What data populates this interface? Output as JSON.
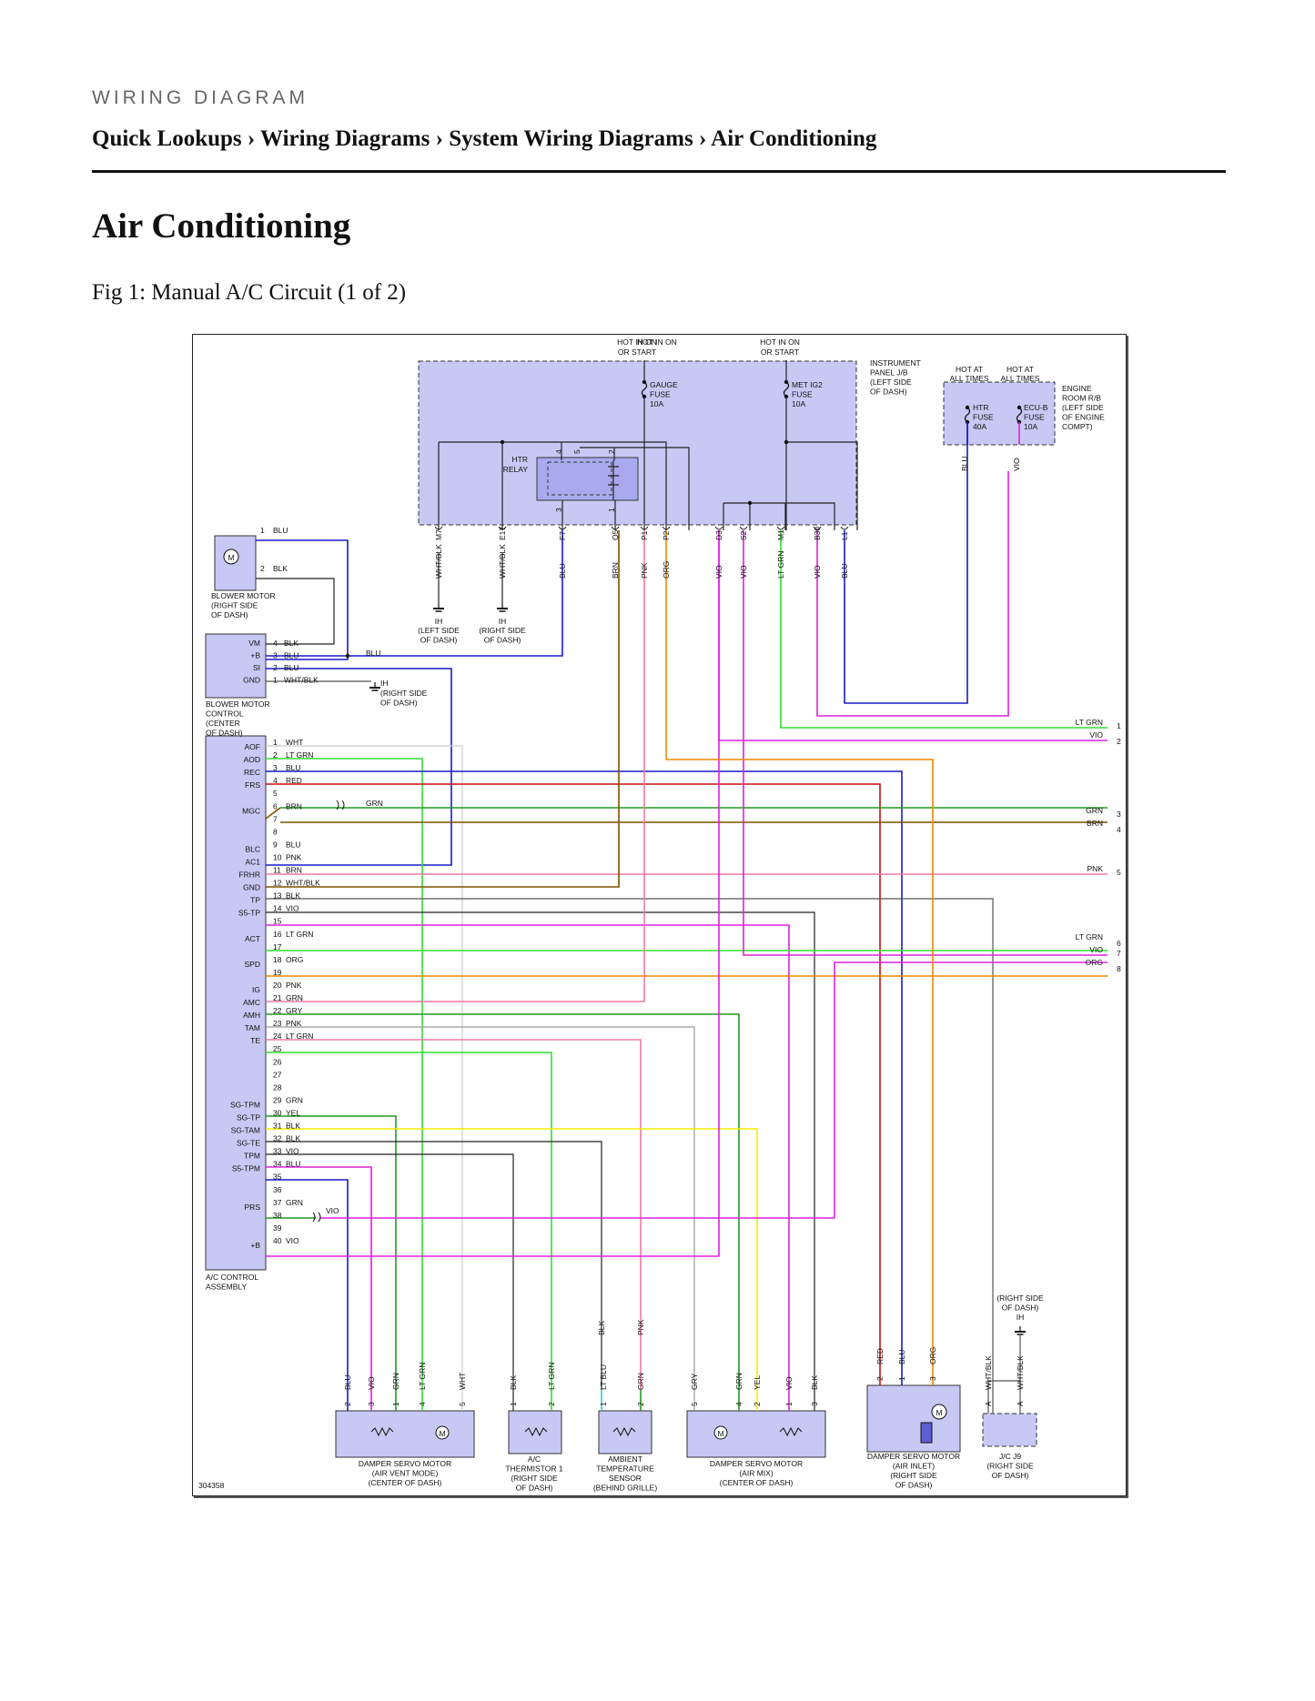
{
  "header": {
    "kicker": "WIRING DIAGRAM",
    "breadcrumb": "Quick Lookups › Wiring Diagrams › System Wiring Diagrams › Air Conditioning",
    "title": "Air Conditioning",
    "caption": "Fig 1: Manual A/C Circuit (1 of 2)"
  },
  "diagram": {
    "figure_id": "304358",
    "supply_top": [
      "HOT IN ON OR START",
      "HOT IN ON OR START"
    ],
    "supply_right": [
      "HOT AT ALL TIMES",
      "HOT AT ALL TIMES"
    ],
    "fuses": [
      "GAUGE FUSE 10A",
      "MET IG2 FUSE 10A",
      "HTR FUSE 40A",
      "ECU-B FUSE 10A"
    ],
    "relay": "HTR RELAY",
    "ip_jb_label": "INSTRUMENT PANEL J/B (LEFT SIDE OF DASH)",
    "engine_rb_label": "ENGINE ROOM R/B (LEFT SIDE OF ENGINE COMPT)",
    "jb_terminals": [
      {
        "pin": "M7",
        "color": "WHT/BLK"
      },
      {
        "pin": "E17",
        "color": "WHT/BLK"
      },
      {
        "pin": "F7",
        "color": "BLU"
      },
      {
        "pin": "Q5",
        "color": "BRN"
      },
      {
        "pin": "P1",
        "color": "PNK"
      },
      {
        "pin": "P2",
        "color": "ORG"
      },
      {
        "pin": "D3",
        "color": "VIO"
      },
      {
        "pin": "S2",
        "color": "VIO"
      },
      {
        "pin": "M1",
        "color": "LT GRN"
      },
      {
        "pin": "B30",
        "color": "VIO"
      },
      {
        "pin": "L1",
        "color": "BLU"
      }
    ],
    "grounds": [
      "IH (LEFT SIDE OF DASH)",
      "IH (RIGHT SIDE OF DASH)",
      "IH (RIGHT SIDE OF DASH)",
      "(RIGHT SIDE OF DASH) IH"
    ],
    "blower_motor": {
      "label": "BLOWER MOTOR (RIGHT SIDE OF DASH)",
      "pins": [
        {
          "pin": "1",
          "color": "BLU"
        },
        {
          "pin": "2",
          "color": "BLK"
        }
      ]
    },
    "blower_control": {
      "label": "BLOWER MOTOR CONTROL (CENTER OF DASH)",
      "pins": [
        {
          "name": "VM",
          "pin": "4",
          "color": "BLK"
        },
        {
          "name": "+B",
          "pin": "3",
          "color": "BLU"
        },
        {
          "name": "SI",
          "pin": "2",
          "color": "BLU"
        },
        {
          "name": "GND",
          "pin": "1",
          "color": "WHT/BLK"
        }
      ]
    },
    "ac_control": {
      "label": "A/C CONTROL ASSEMBLY",
      "pins": [
        {
          "name": "AOF",
          "pin": "1",
          "color": "WHT"
        },
        {
          "name": "AOD",
          "pin": "2",
          "color": "LT GRN"
        },
        {
          "name": "REC",
          "pin": "3",
          "color": "BLU"
        },
        {
          "name": "FRS",
          "pin": "4",
          "color": "RED"
        },
        {
          "name": "",
          "pin": "5",
          "color": ""
        },
        {
          "name": "MGC",
          "pin": "6",
          "color": "BRN"
        },
        {
          "name": "",
          "pin": "7",
          "color": ""
        },
        {
          "name": "",
          "pin": "8",
          "color": ""
        },
        {
          "name": "BLC",
          "pin": "9",
          "color": "BLU"
        },
        {
          "name": "AC1",
          "pin": "10",
          "color": "PNK"
        },
        {
          "name": "FRHR",
          "pin": "11",
          "color": "BRN"
        },
        {
          "name": "GND",
          "pin": "12",
          "color": "WHT/BLK"
        },
        {
          "name": "TP",
          "pin": "13",
          "color": "BLK"
        },
        {
          "name": "S5-TP",
          "pin": "14",
          "color": "VIO"
        },
        {
          "name": "",
          "pin": "15",
          "color": ""
        },
        {
          "name": "ACT",
          "pin": "16",
          "color": "LT GRN"
        },
        {
          "name": "",
          "pin": "17",
          "color": ""
        },
        {
          "name": "SPD",
          "pin": "18",
          "color": "ORG"
        },
        {
          "name": "",
          "pin": "19",
          "color": ""
        },
        {
          "name": "IG",
          "pin": "20",
          "color": "PNK"
        },
        {
          "name": "AMC",
          "pin": "21",
          "color": "GRN"
        },
        {
          "name": "AMH",
          "pin": "22",
          "color": "GRY"
        },
        {
          "name": "TAM",
          "pin": "23",
          "color": "PNK"
        },
        {
          "name": "TE",
          "pin": "24",
          "color": "LT GRN"
        },
        {
          "name": "",
          "pin": "25",
          "color": ""
        },
        {
          "name": "",
          "pin": "26",
          "color": ""
        },
        {
          "name": "",
          "pin": "27",
          "color": ""
        },
        {
          "name": "",
          "pin": "28",
          "color": ""
        },
        {
          "name": "SG-TPM",
          "pin": "29",
          "color": "GRN"
        },
        {
          "name": "SG-TP",
          "pin": "30",
          "color": "YEL"
        },
        {
          "name": "SG-TAM",
          "pin": "31",
          "color": "BLK"
        },
        {
          "name": "SG-TE",
          "pin": "32",
          "color": "BLK"
        },
        {
          "name": "TPM",
          "pin": "33",
          "color": "VIO"
        },
        {
          "name": "S5-TPM",
          "pin": "34",
          "color": "BLU"
        },
        {
          "name": "",
          "pin": "35",
          "color": ""
        },
        {
          "name": "",
          "pin": "36",
          "color": ""
        },
        {
          "name": "PRS",
          "pin": "37",
          "color": "GRN"
        },
        {
          "name": "",
          "pin": "38",
          "color": ""
        },
        {
          "name": "",
          "pin": "39",
          "color": ""
        },
        {
          "name": "+B",
          "pin": "40",
          "color": "VIO"
        }
      ]
    },
    "offpage": [
      {
        "color": "LT GRN",
        "num": "1"
      },
      {
        "color": "VIO",
        "num": "2"
      },
      {
        "color": "GRN",
        "num": "3"
      },
      {
        "color": "BRN",
        "num": "4"
      },
      {
        "color": "PNK",
        "num": "5"
      },
      {
        "color": "LT GRN",
        "num": "6"
      },
      {
        "color": "VIO",
        "num": "7"
      },
      {
        "color": "ORG",
        "num": "8"
      }
    ],
    "bottom_components": [
      {
        "label": "DAMPER SERVO MOTOR (AIR VENT MODE) (CENTER OF DASH)"
      },
      {
        "label": "A/C THERMISTOR 1 (RIGHT SIDE OF DASH)"
      },
      {
        "label": "AMBIENT TEMPERATURE SENSOR (BEHIND GRILLE)"
      },
      {
        "label": "DAMPER SERVO MOTOR (AIR MIX) (CENTER OF DASH)"
      },
      {
        "label": "DAMPER SERVO MOTOR (AIR INLET) (RIGHT SIDE OF DASH)"
      },
      {
        "label": "J/C J9 (RIGHT SIDE OF DASH)"
      }
    ],
    "bottom_pins": [
      {
        "pin": "2",
        "color": "BLU"
      },
      {
        "pin": "3",
        "color": "VIO"
      },
      {
        "pin": "1",
        "color": "GRN"
      },
      {
        "pin": "4",
        "color": "LT GRN"
      },
      {
        "pin": "5",
        "color": "WHT"
      },
      {
        "pin": "1",
        "color": "BLK"
      },
      {
        "pin": "2",
        "color": "LT GRN"
      },
      {
        "pin": "1",
        "color": "LT BLU"
      },
      {
        "pin": "2",
        "color": "GRN"
      },
      {
        "pin": "5",
        "color": "GRY"
      },
      {
        "pin": "4",
        "color": "GRN"
      },
      {
        "pin": "2",
        "color": "YEL"
      },
      {
        "pin": "1",
        "color": "VIO"
      },
      {
        "pin": "3",
        "color": "BLK"
      },
      {
        "pin": "2",
        "color": "RED"
      },
      {
        "pin": "1",
        "color": "BLU"
      },
      {
        "pin": "3",
        "color": "ORG"
      },
      {
        "pin": "A",
        "color": "WHT/BLK"
      },
      {
        "pin": "A",
        "color": "WHT/BLK"
      }
    ],
    "splice_labels": [
      "BLK",
      "PNK",
      "GRN",
      "VIO",
      "BLU"
    ],
    "wire_colors": {
      "BLU": "#1a1acc",
      "BLK": "#222222",
      "WHT": "#cccccc",
      "WHT/BLK": "#555555",
      "LT GRN": "#33dd33",
      "GRN": "#229922",
      "RED": "#cc1111",
      "BRN": "#7a5200",
      "PNK": "#f07aa6",
      "ORG": "#ee8800",
      "VIO": "#dd22dd",
      "GRY": "#999999",
      "YEL": "#f2ee00",
      "LT BLU": "#33cccc"
    }
  }
}
